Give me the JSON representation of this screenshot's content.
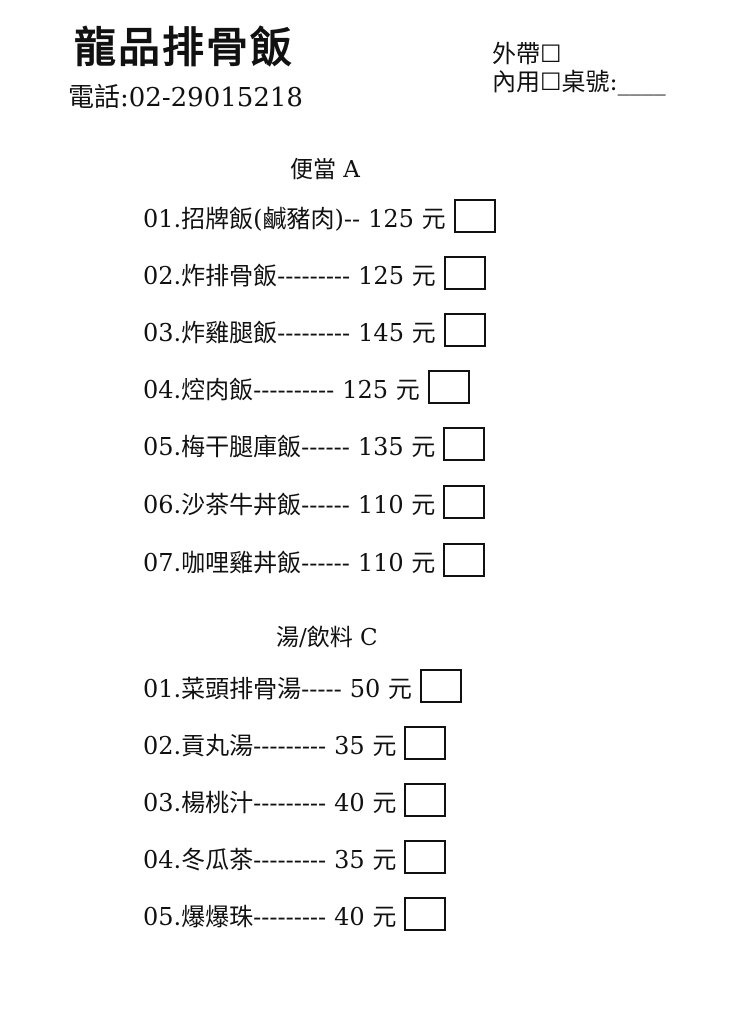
{
  "header": {
    "shop_name": "龍品排骨飯",
    "phone": "電話:02-29015218",
    "takeout": "外帶☐",
    "dine_in": "內用☐桌號:____"
  },
  "bento": {
    "title": "便當 A",
    "items": [
      {
        "text": "01.招牌飯(鹹豬肉)--",
        "price": "125 元"
      },
      {
        "text": "02.炸排骨飯---------",
        "price": "125 元"
      },
      {
        "text": "03.炸雞腿飯---------",
        "price": "145 元"
      },
      {
        "text": "04.焢肉飯----------",
        "price": "125 元"
      },
      {
        "text": "05.梅干腿庫飯------",
        "price": "135 元"
      },
      {
        "text": "06.沙茶牛丼飯------",
        "price": "110 元"
      },
      {
        "text": "07.咖哩雞丼飯------",
        "price": "110 元"
      }
    ]
  },
  "drinks": {
    "title": "湯/飲料 C",
    "items": [
      {
        "text": "01.菜頭排骨湯-----",
        "price": "50 元"
      },
      {
        "text": "02.貢丸湯---------",
        "price": "35 元"
      },
      {
        "text": "03.楊桃汁---------",
        "price": "40 元"
      },
      {
        "text": "04.冬瓜茶---------",
        "price": "35 元"
      },
      {
        "text": "05.爆爆珠---------",
        "price": "40 元"
      }
    ]
  }
}
